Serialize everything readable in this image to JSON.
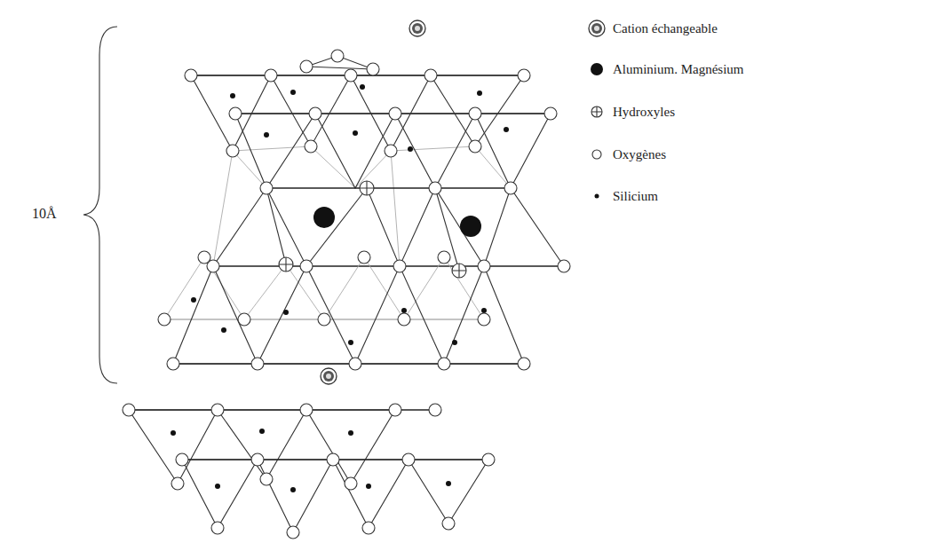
{
  "diagram": {
    "labels": [
      "10Å"
    ],
    "legend": [
      {
        "text": "Cation échangeable"
      },
      {
        "text": "Aluminium. Magnésium"
      },
      {
        "text": "Hydroxyles"
      },
      {
        "text": "Oxygènes"
      },
      {
        "text": "Silicium"
      }
    ]
  }
}
